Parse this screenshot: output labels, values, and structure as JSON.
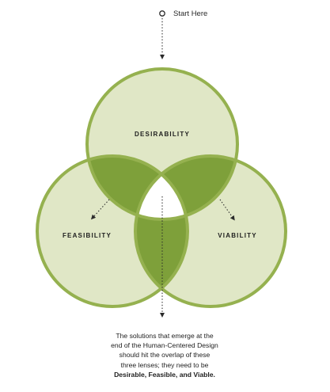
{
  "diagram": {
    "start_label": "Start Here",
    "lenses": {
      "desirability": "DESIRABILITY",
      "feasibility": "FEASIBILITY",
      "viability": "VIABILITY"
    },
    "caption": {
      "lines": [
        "The solutions that emerge at the",
        "end of the Human-Centered Design",
        "should hit the overlap of these",
        "three lenses; they need to be"
      ],
      "emphasis": "Desirable, Feasible, and Viable."
    }
  },
  "colors": {
    "circle_fill": "#e0e7c6",
    "circle_stroke": "#95b14f",
    "overlap_fill": "#7ea03a",
    "center_fill": "#ffffff",
    "text": "#1e1e1e"
  }
}
